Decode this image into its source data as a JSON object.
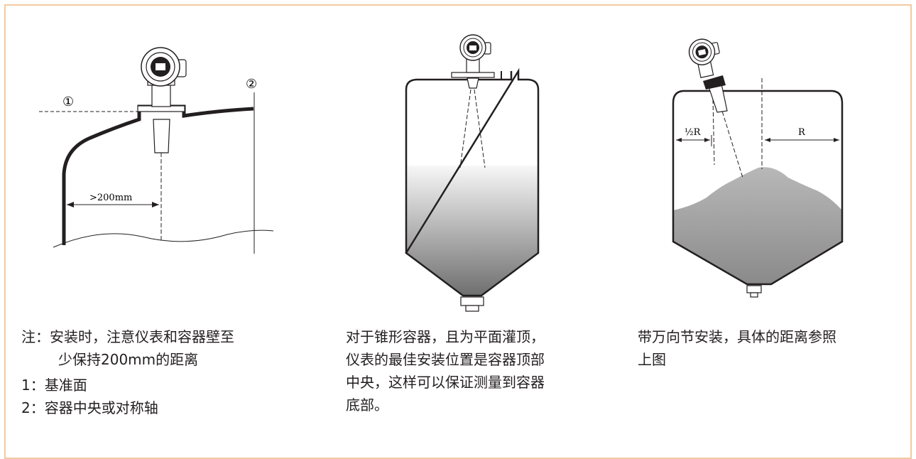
{
  "panel1": {
    "marker1": "①",
    "marker2": "②",
    "distance_label": ">200mm",
    "caption_lines": [
      "注：安装时，注意仪表和容器壁至",
      "少保持200mm的距离",
      "1：基准面",
      "2：容器中央或对称轴"
    ]
  },
  "panel2": {
    "caption_lines": [
      "对于锥形容器，且为平面灌顶，",
      "仪表的最佳安装位置是容器顶部",
      "中央，这样可以保证测量到容器",
      "底部。"
    ]
  },
  "panel3": {
    "half_r_label": "½R",
    "r_label": "R",
    "caption_lines": [
      "带万向节安装，具体的距离参照",
      "上图"
    ]
  },
  "colors": {
    "border": "#f2c9a0",
    "line": "#231f20",
    "fill_dark": "#8c8c8c",
    "fill_light": "#f2f2f2"
  }
}
